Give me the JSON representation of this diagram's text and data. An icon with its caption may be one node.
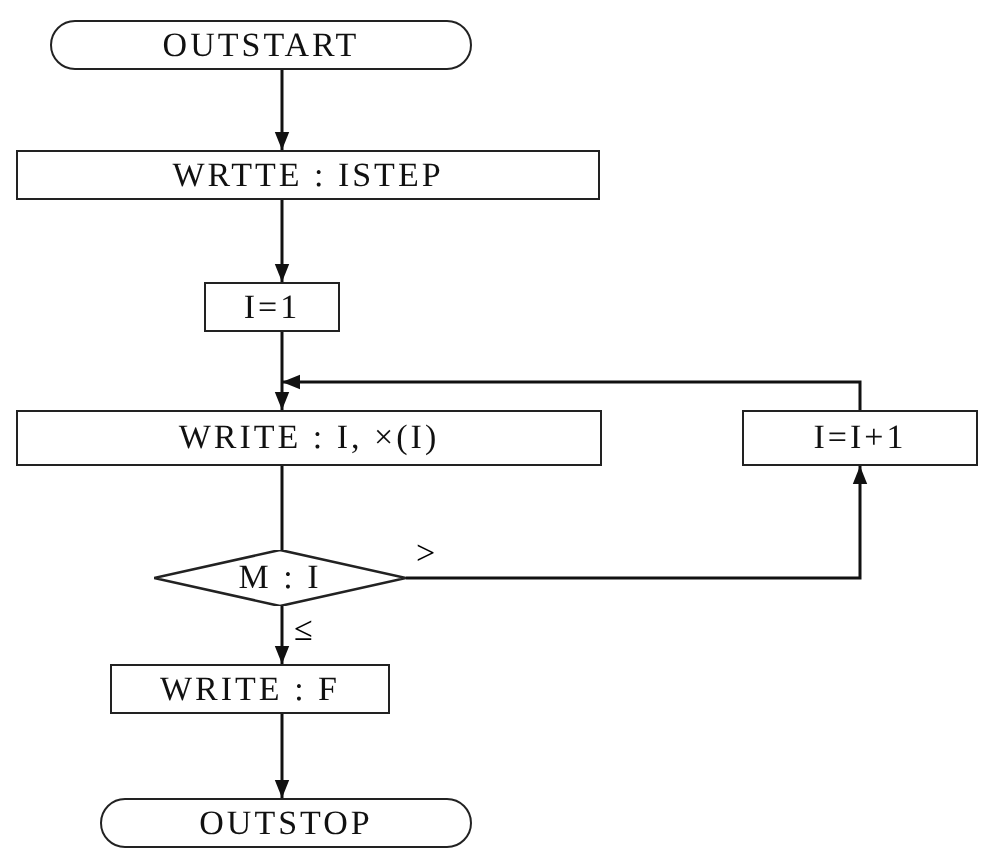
{
  "diagram": {
    "nodes": [
      {
        "text": [
          "OUTSTART"
        ]
      },
      {
        "text": [
          "WRTTE : ISTEP"
        ]
      },
      {
        "text": [
          "I=1"
        ]
      },
      {
        "text": [
          "WRITE : I, ×(I)"
        ]
      },
      {
        "text": [
          "M : I"
        ]
      },
      {
        "text": [
          "I=I+1"
        ]
      },
      {
        "text": [
          "WRITE : F"
        ]
      },
      {
        "text": [
          "OUTSTOP"
        ]
      }
    ],
    "edges": [
      {
        "from": 0,
        "to": 1,
        "arrow": "to"
      },
      {
        "from": 1,
        "to": 2,
        "arrow": "to"
      },
      {
        "from": 2,
        "to": 3,
        "arrow": "to"
      },
      {
        "from": 3,
        "to": 4,
        "arrow": "none"
      },
      {
        "from": 4,
        "to": 5,
        "arrow": "to",
        "label": ">"
      },
      {
        "from": 5,
        "to": 3,
        "arrow": "to"
      },
      {
        "from": 4,
        "to": 6,
        "arrow": "to",
        "label": "≤"
      },
      {
        "from": 6,
        "to": 7,
        "arrow": "to"
      }
    ]
  }
}
